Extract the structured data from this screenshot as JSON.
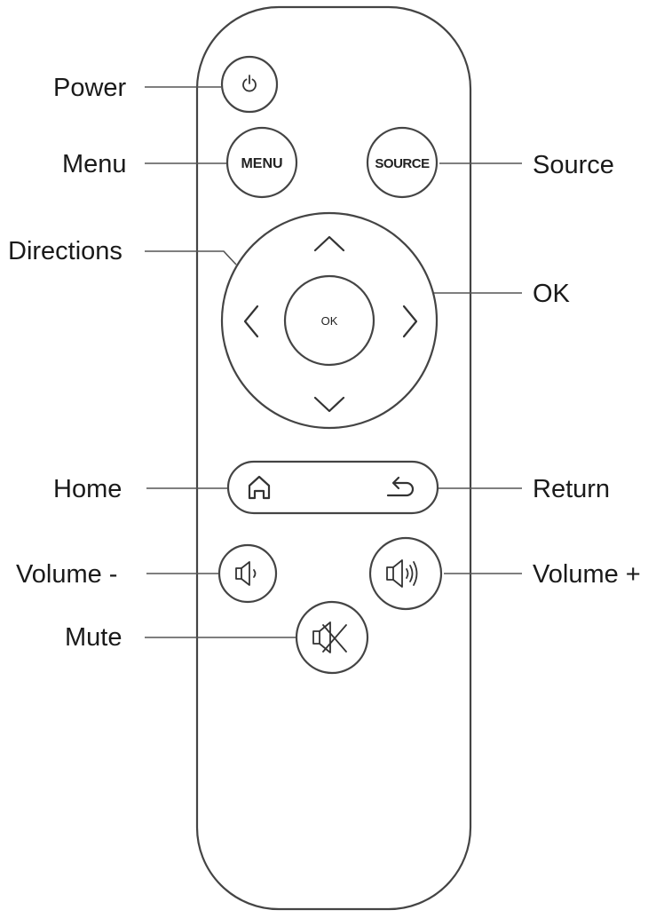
{
  "callouts": {
    "power": "Power",
    "menu": "Menu",
    "source": "Source",
    "directions": "Directions",
    "ok": "OK",
    "home": "Home",
    "return": "Return",
    "volume_minus": "Volume -",
    "volume_plus": "Volume +",
    "mute": "Mute"
  },
  "buttons": {
    "menu": "MENU",
    "source": "SOURCE",
    "ok": "OK"
  },
  "icons": {
    "power": "power-icon",
    "up": "chevron-up-icon",
    "down": "chevron-down-icon",
    "left": "chevron-left-icon",
    "right": "chevron-right-icon",
    "home": "home-icon",
    "return": "return-arrow-icon",
    "volume_down": "speaker-low-icon",
    "volume_up": "speaker-high-icon",
    "mute": "speaker-muted-icon"
  }
}
